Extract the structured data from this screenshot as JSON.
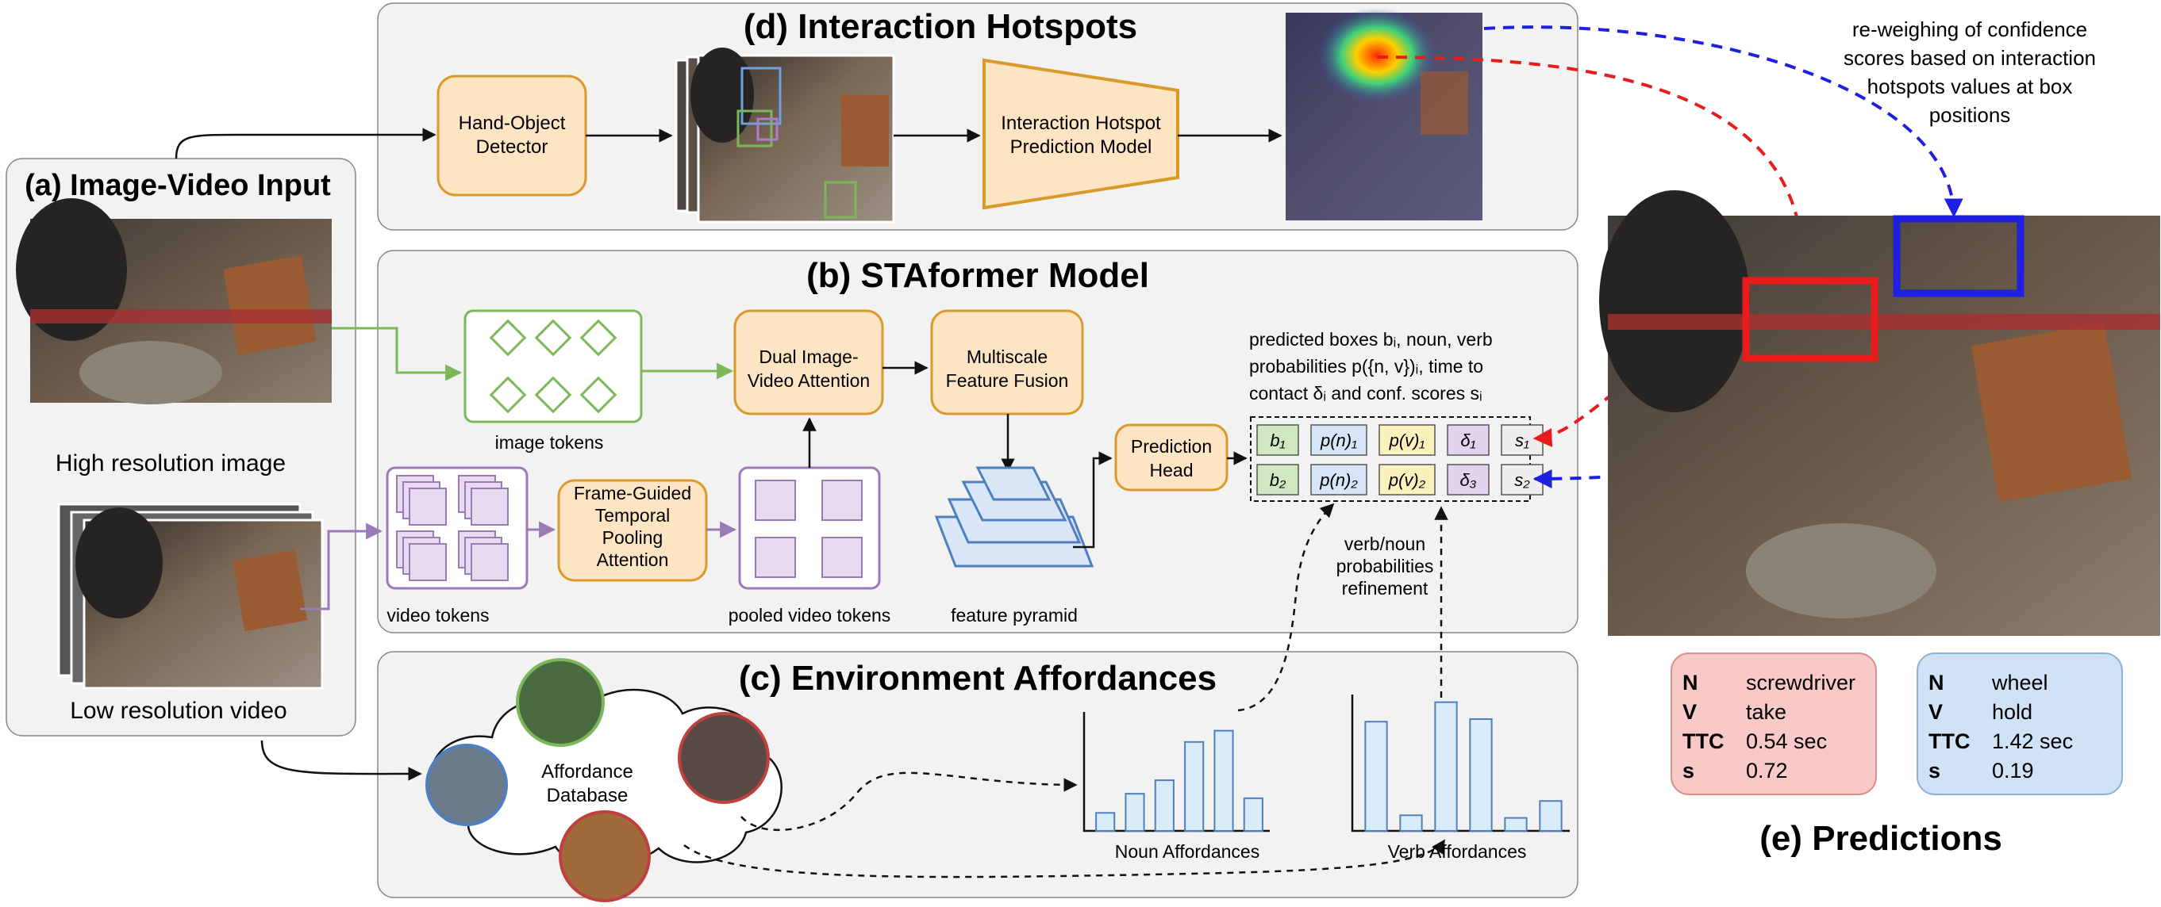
{
  "panels": {
    "input": {
      "title": "(a) Image-Video Input",
      "high_res_caption": "High resolution image",
      "low_res_caption": "Low resolution video"
    },
    "staformer": {
      "title": "(b) STAformer Model"
    },
    "affordances": {
      "title": "(c) Environment Affordances"
    },
    "hotspots": {
      "title": "(d) Interaction Hotspots"
    },
    "predictions": {
      "title": "(e) Predictions"
    }
  },
  "hotspots": {
    "detector": [
      "Hand-Object",
      "Detector"
    ],
    "model": [
      "Interaction Hotspot",
      "Prediction Model"
    ],
    "reweigh_note": [
      "re-weighing of confidence",
      "scores based on interaction",
      "hotspots values at box",
      "positions"
    ]
  },
  "staformer": {
    "image_tokens": "image tokens",
    "video_tokens": "video tokens",
    "pooled_video_tokens": "pooled video tokens",
    "feature_pyramid": "feature pyramid",
    "temporal_pooling": [
      "Frame-Guided",
      "Temporal",
      "Pooling",
      "Attention"
    ],
    "dual_attention": [
      "Dual Image-",
      "Video Attention"
    ],
    "multiscale_fusion": [
      "Multiscale",
      "Feature Fusion"
    ],
    "prediction_head": [
      "Prediction",
      "Head"
    ],
    "output_desc": [
      "predicted boxes bᵢ, noun, verb",
      "probabilities p({n, v})ᵢ, time to",
      "contact δᵢ and conf. scores sᵢ"
    ],
    "output_rows": [
      [
        "b₁",
        "p(n)₁",
        "p(v)₁",
        "δ₁",
        "s₁"
      ],
      [
        "b₂",
        "p(n)₂",
        "p(v)₂",
        "δ₃",
        "s₂"
      ]
    ],
    "refinement_note": [
      "verb/noun",
      "probabilities",
      "refinement"
    ]
  },
  "affordances": {
    "database": [
      "Affordance",
      "Database"
    ],
    "noun_label": "Noun Affordances",
    "verb_label": "Verb Affordances"
  },
  "chart_data": [
    {
      "type": "bar",
      "title": "",
      "xlabel": "Noun Affordances",
      "ylabel": "",
      "values": [
        0.16,
        0.33,
        0.45,
        0.79,
        0.89,
        0.29
      ]
    },
    {
      "type": "bar",
      "title": "",
      "xlabel": "Verb Affordances",
      "ylabel": "",
      "values": [
        0.84,
        0.12,
        0.99,
        0.86,
        0.1,
        0.23
      ]
    }
  ],
  "predictions": {
    "cards": [
      {
        "rows": [
          [
            "N",
            "screwdriver"
          ],
          [
            "V",
            "take"
          ],
          [
            "TTC",
            "0.54 sec"
          ],
          [
            "s",
            "0.72"
          ]
        ]
      },
      {
        "rows": [
          [
            "N",
            "wheel"
          ],
          [
            "V",
            "hold"
          ],
          [
            "TTC",
            "1.42 sec"
          ],
          [
            "s",
            "0.19"
          ]
        ]
      }
    ]
  },
  "colors": {
    "panel_fill": "#f2f2f2",
    "module_fill": "#fde5c4",
    "module_stroke": "#d99a2b",
    "image_token": "#7cb85a",
    "video_token": "#9b7bb6",
    "video_token_fill": "#e7daef",
    "pyramid_fill": "#d9e6f7",
    "pyramid_stroke": "#4f7fbf",
    "red_box": "#e81c1c",
    "blue_box": "#1f1fe0",
    "card_red": "#f8c9c6",
    "card_blue": "#cfe2f6",
    "b_cell": "#cfe8c2",
    "pn_cell": "#d6e6f8",
    "pv_cell": "#fbf1bd",
    "delta_cell": "#e3d3ee",
    "s_cell": "#eeeeee"
  }
}
